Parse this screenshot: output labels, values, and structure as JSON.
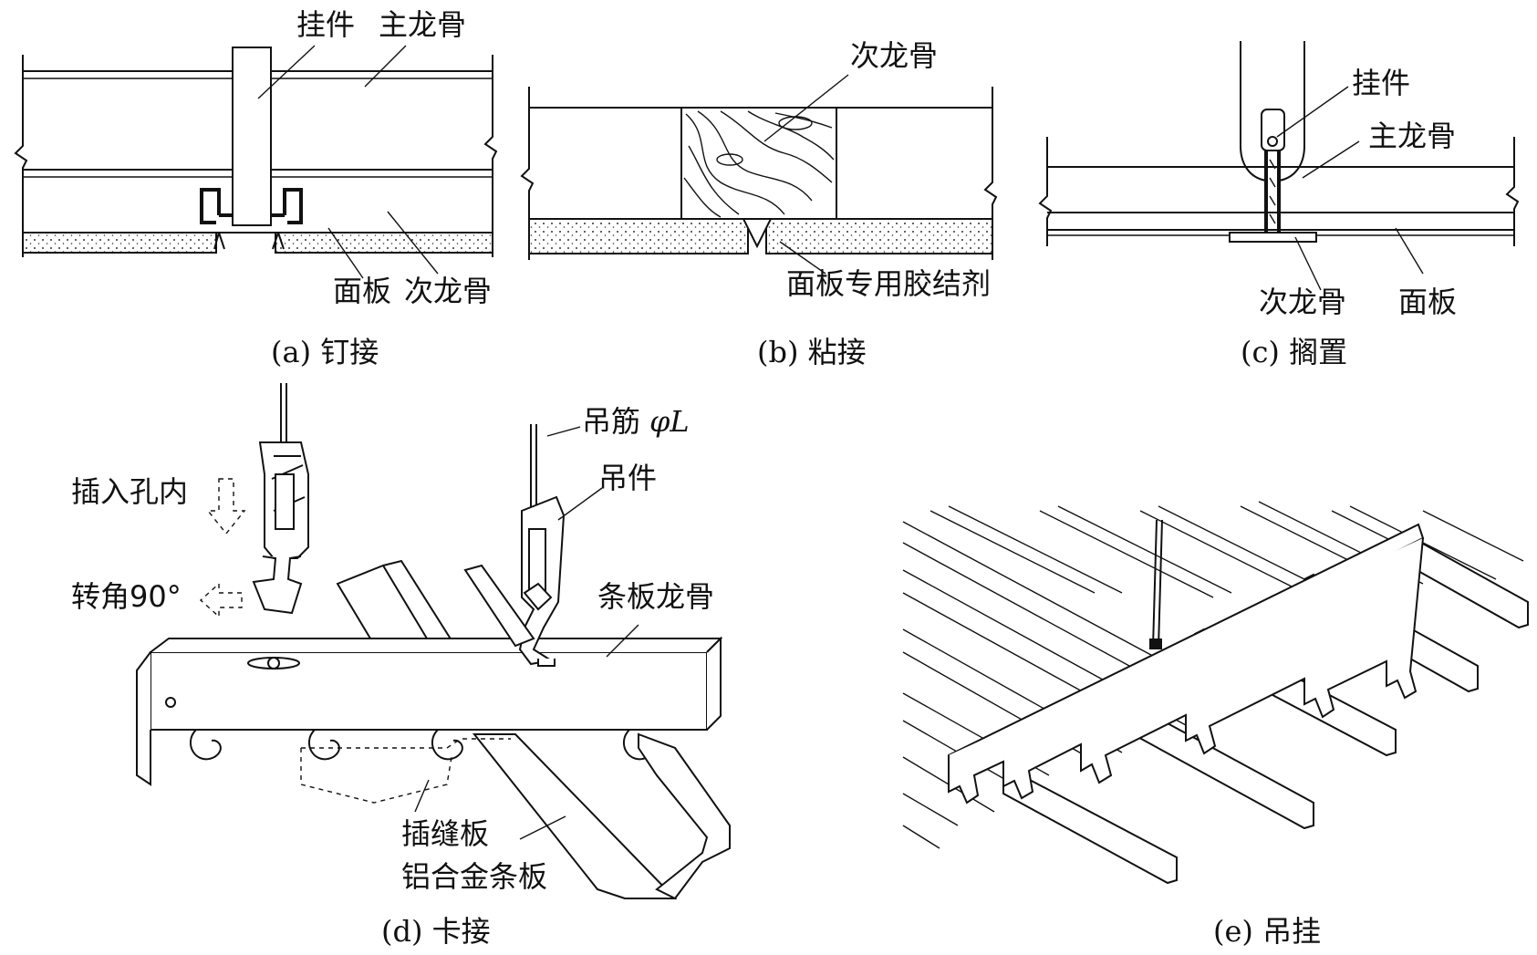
{
  "panel_a": {
    "labels": [
      "挂件",
      "主龙骨",
      "面板",
      "次龙骨"
    ],
    "caption": "(a) 钉接"
  },
  "panel_b": {
    "labels": [
      "次龙骨",
      "面板专用胶结剂"
    ],
    "caption": "(b) 粘接"
  },
  "panel_c": {
    "labels": [
      "挂件",
      "主龙骨",
      "次龙骨",
      "面板"
    ],
    "caption": "(c) 搁置"
  },
  "panel_d": {
    "labels": [
      "吊筋",
      "吊件",
      "条板龙骨",
      "插入孔内",
      "转角90°",
      "插缝板",
      "铝合金条板"
    ],
    "symbol": "φL",
    "caption": "(d) 卡接"
  },
  "panel_e": {
    "caption": "(e) 吊挂"
  }
}
